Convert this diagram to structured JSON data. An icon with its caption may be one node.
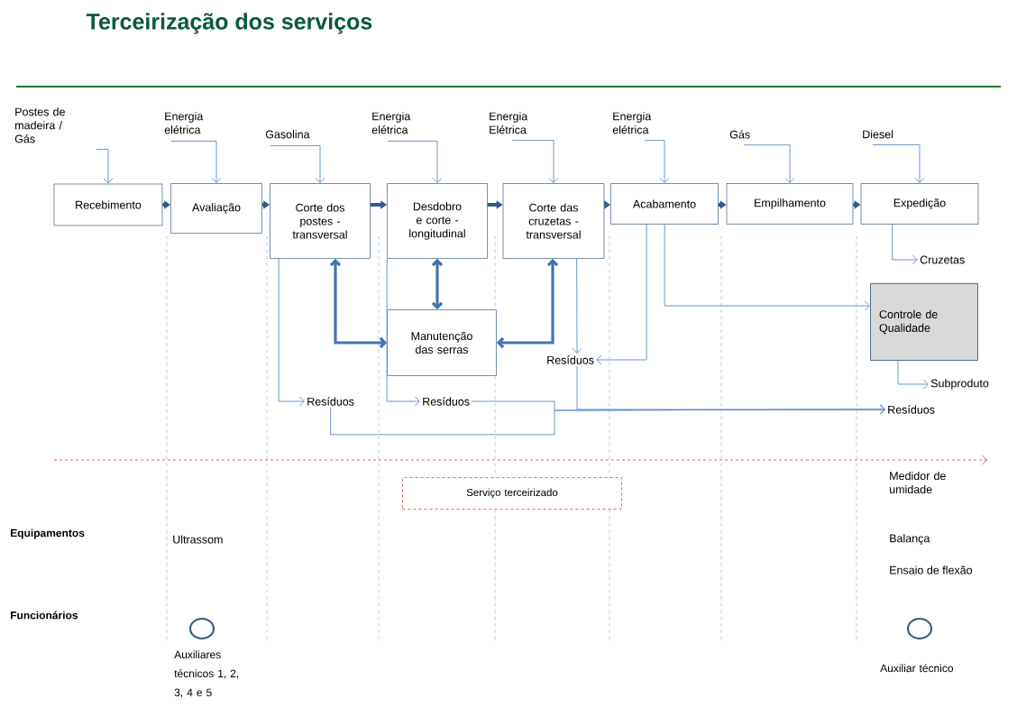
{
  "diagram": {
    "title": "Terceirização dos serviços",
    "nodes": [
      {
        "text": [
          "Recebimento"
        ]
      },
      {
        "text": [
          "Avaliação"
        ]
      },
      {
        "text": [
          "Corte dos postes - transversal"
        ]
      },
      {
        "text": [
          "Desdobro e corte - longitudinal"
        ]
      },
      {
        "text": [
          "Corte das cruzetas - transversal"
        ]
      },
      {
        "text": [
          "Acabamento"
        ]
      },
      {
        "text": [
          "Empilhamento"
        ]
      },
      {
        "text": [
          "Expedição"
        ]
      },
      {
        "text": [
          "Manutenção das serras"
        ]
      },
      {
        "text": [
          "Controle de Qualidade"
        ]
      },
      {
        "text": [
          "Postes de madeira / Gás"
        ]
      },
      {
        "text": [
          "Energia elétrica"
        ]
      },
      {
        "text": [
          "Gasolina"
        ]
      },
      {
        "text": [
          "Energia elétrica"
        ]
      },
      {
        "text": [
          "Energia Elétrica"
        ]
      },
      {
        "text": [
          "Energia elétrica"
        ]
      },
      {
        "text": [
          "Gás"
        ]
      },
      {
        "text": [
          "Diesel"
        ]
      },
      {
        "text": [
          "Cruzetas"
        ]
      },
      {
        "text": [
          "Subproduto"
        ]
      },
      {
        "text": [
          "Resíduos"
        ]
      },
      {
        "text": [
          "Resíduos"
        ]
      },
      {
        "text": [
          "Resíduos"
        ]
      },
      {
        "text": [
          "Resíduos"
        ]
      },
      {
        "text": [
          "Serviço terceirizado"
        ]
      },
      {
        "text": [],
        "shape": "circle",
        "beside": [
          "Auxiliares técnicos 1, 2, 3, 4 e 5"
        ]
      },
      {
        "text": [],
        "shape": "circle",
        "beside": [
          "Auxiliar técnico"
        ]
      }
    ],
    "edges": [
      {
        "from": 0,
        "to": 1,
        "arrow": "to",
        "style": "thick",
        "color": "#2e5b8c"
      },
      {
        "from": 1,
        "to": 2,
        "arrow": "to",
        "style": "thick",
        "color": "#2e5b8c"
      },
      {
        "from": 2,
        "to": 3,
        "arrow": "to",
        "style": "thick",
        "color": "#2e5b8c"
      },
      {
        "from": 3,
        "to": 4,
        "arrow": "to",
        "style": "thick",
        "color": "#2e5b8c"
      },
      {
        "from": 4,
        "to": 5,
        "arrow": "to",
        "style": "thick",
        "color": "#2e5b8c"
      },
      {
        "from": 5,
        "to": 6,
        "arrow": "to",
        "style": "thick",
        "color": "#2e5b8c"
      },
      {
        "from": 6,
        "to": 7,
        "arrow": "to",
        "style": "thick",
        "color": "#2e5b8c"
      },
      {
        "from": 10,
        "to": 0,
        "arrow": "to"
      },
      {
        "from": 11,
        "to": 1,
        "arrow": "to"
      },
      {
        "from": 12,
        "to": 2,
        "arrow": "to"
      },
      {
        "from": 13,
        "to": 3,
        "arrow": "to"
      },
      {
        "from": 14,
        "to": 4,
        "arrow": "to"
      },
      {
        "from": 15,
        "to": 5,
        "arrow": "to"
      },
      {
        "from": 16,
        "to": 6,
        "arrow": "to"
      },
      {
        "from": 17,
        "to": 7,
        "arrow": "to"
      },
      {
        "from": 7,
        "to": 18,
        "arrow": "to"
      },
      {
        "from": 9,
        "to": 19,
        "arrow": "to"
      },
      {
        "from": 2,
        "to": 20,
        "arrow": "to"
      },
      {
        "from": 3,
        "to": 21,
        "arrow": "to"
      },
      {
        "from": 4,
        "to": 22,
        "arrow": "to"
      },
      {
        "from": 5,
        "to": 22,
        "arrow": "to"
      },
      {
        "from": 5,
        "to": 9,
        "arrow": "to"
      },
      {
        "from": 2,
        "to": 8,
        "arrow": "both",
        "style": "thick",
        "color": "#4472b4"
      },
      {
        "from": 3,
        "to": 8,
        "arrow": "both",
        "style": "thick",
        "color": "#4472b4"
      },
      {
        "from": 4,
        "to": 8,
        "arrow": "both",
        "style": "thick",
        "color": "#4472b4"
      },
      {
        "from": 20,
        "to": 23,
        "arrow": "to"
      },
      {
        "from": 21,
        "to": 23,
        "arrow": "to"
      },
      {
        "from": 22,
        "to": 23,
        "arrow": "to"
      }
    ],
    "labels": [
      "Equipamentos",
      "Ultrassom",
      "Medidor de umidade",
      "Balança",
      "Ensaio de flexão",
      "Funcionários"
    ]
  }
}
